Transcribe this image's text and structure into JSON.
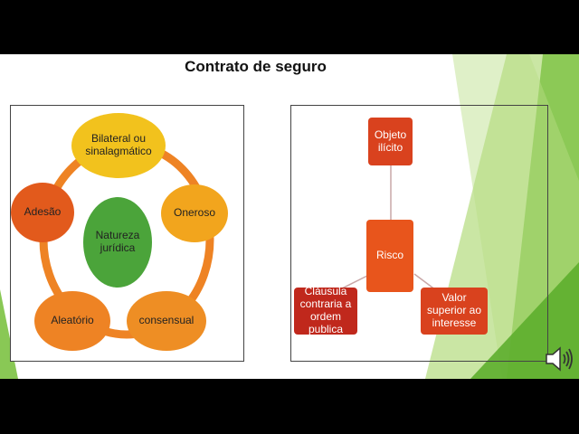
{
  "slide": {
    "title": "Contrato de seguro"
  },
  "colors": {
    "orange_yellow": "#F2A51D",
    "orange": "#EE8324",
    "dark_orange": "#E25A1C",
    "green": "#4BA43A",
    "red_orange": "#D9421E",
    "red": "#C0281C",
    "deco_green": "#7CC242"
  },
  "left_diagram": {
    "center": "Natureza jurídica",
    "items": [
      {
        "label": "Bilateral ou sinalagmático"
      },
      {
        "label": "Oneroso"
      },
      {
        "label": "consensual"
      },
      {
        "label": "Aleatório"
      },
      {
        "label": "Adesão"
      }
    ]
  },
  "right_diagram": {
    "center": "Risco",
    "top": "Objeto ilícito",
    "bottom_left": "Cláusula contraria a ordem publica",
    "bottom_right": "Valor superior ao interesse"
  },
  "icons": {
    "speaker": "speaker-icon"
  }
}
